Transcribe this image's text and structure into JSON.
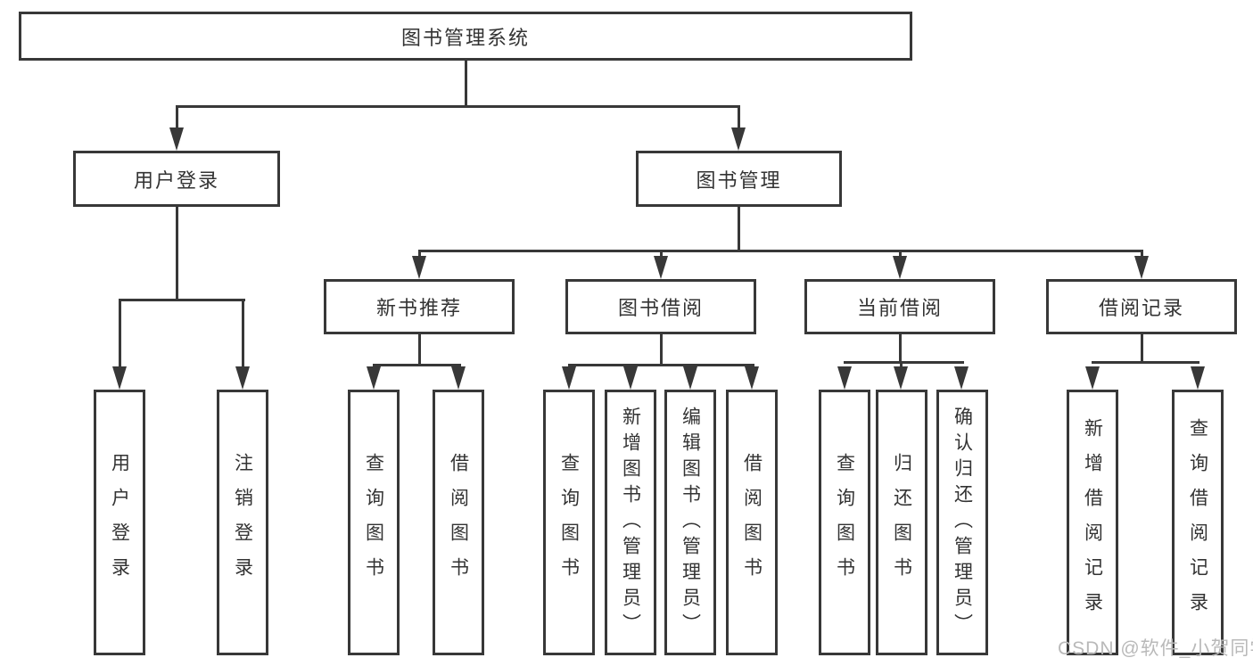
{
  "diagram": {
    "root": {
      "label": "图书管理系统"
    },
    "level2": [
      {
        "label": "用户登录"
      },
      {
        "label": "图书管理"
      }
    ],
    "level3": [
      {
        "label": "新书推荐"
      },
      {
        "label": "图书借阅"
      },
      {
        "label": "当前借阅"
      },
      {
        "label": "借阅记录"
      }
    ],
    "leaves": [
      {
        "label": "用户登录"
      },
      {
        "label": "注销登录"
      },
      {
        "label": "查询图书"
      },
      {
        "label": "借阅图书"
      },
      {
        "label": "查询图书"
      },
      {
        "label": "新增图书（管理员）"
      },
      {
        "label": "编辑图书（管理员）"
      },
      {
        "label": "借阅图书"
      },
      {
        "label": "查询图书"
      },
      {
        "label": "归还图书"
      },
      {
        "label": "确认归还（管理员）"
      },
      {
        "label": "新增借阅记录"
      },
      {
        "label": "查询借阅记录"
      }
    ]
  },
  "watermark": {
    "text": "CSDN @软件_小贺同学"
  }
}
